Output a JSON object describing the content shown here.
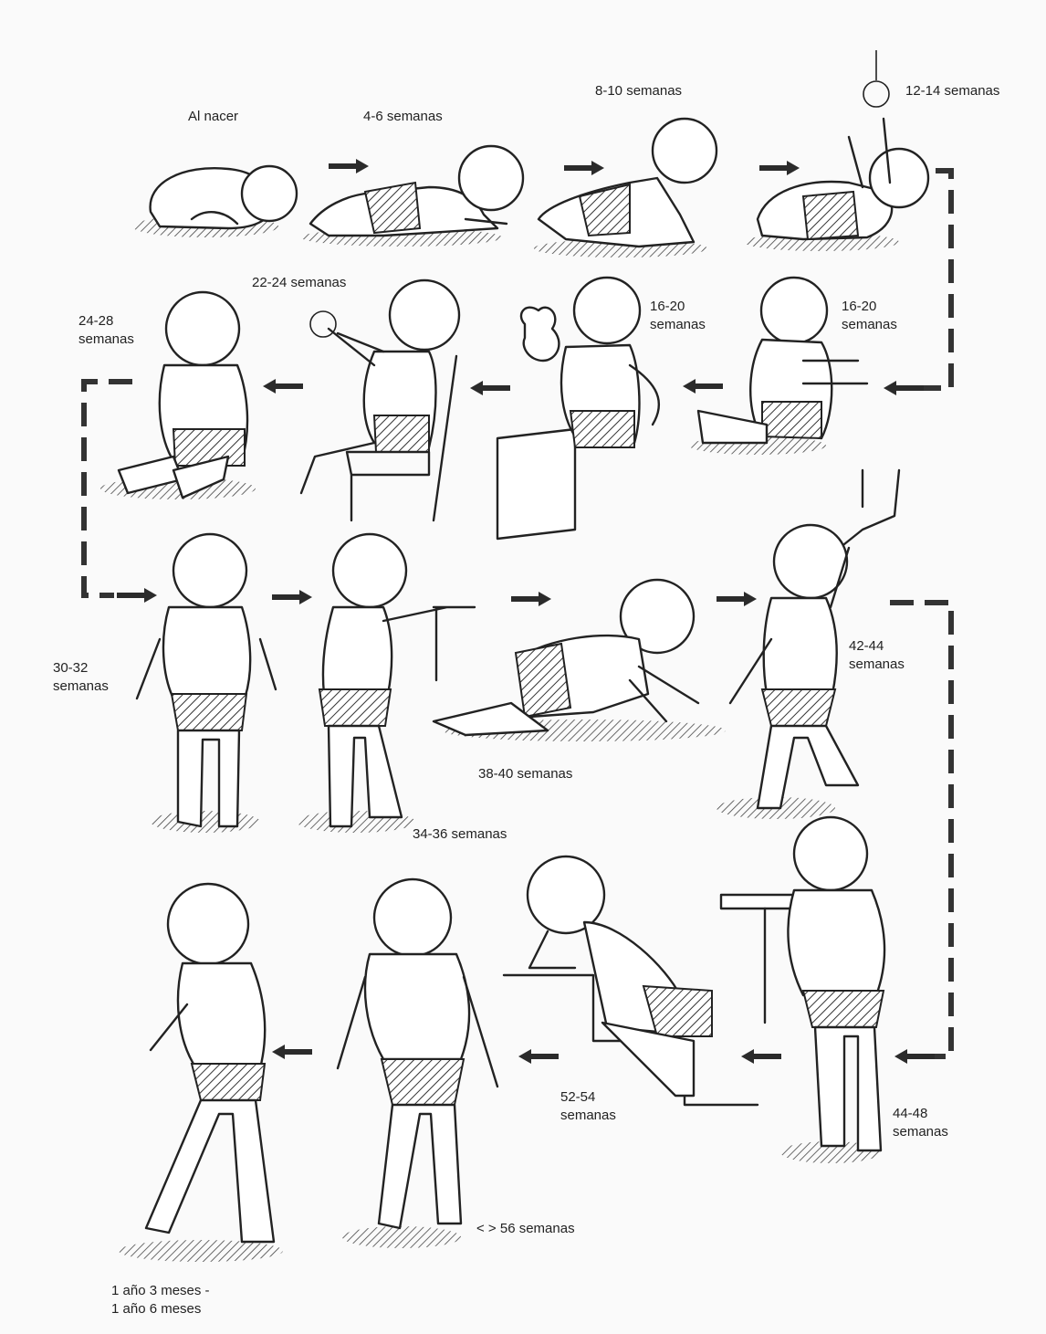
{
  "stages": [
    {
      "id": "birth",
      "label": "Al nacer"
    },
    {
      "id": "w4",
      "label": "4-6 semanas"
    },
    {
      "id": "w8",
      "label": "8-10 semanas"
    },
    {
      "id": "w12",
      "label": "12-14 semanas"
    },
    {
      "id": "w16a",
      "label": "16-20",
      "label2": "semanas"
    },
    {
      "id": "w16b",
      "label": "16-20",
      "label2": "semanas"
    },
    {
      "id": "w22",
      "label": "22-24 semanas"
    },
    {
      "id": "w24",
      "label": "24-28",
      "label2": "semanas"
    },
    {
      "id": "w30",
      "label": "30-32",
      "label2": "semanas"
    },
    {
      "id": "w34",
      "label": "34-36 semanas"
    },
    {
      "id": "w38",
      "label": "38-40 semanas"
    },
    {
      "id": "w42",
      "label": "42-44",
      "label2": "semanas"
    },
    {
      "id": "w44",
      "label": "44-48",
      "label2": "semanas"
    },
    {
      "id": "w52",
      "label": "52-54",
      "label2": "semanas"
    },
    {
      "id": "w56",
      "label": "< > 56 semanas"
    },
    {
      "id": "y1",
      "label": "1 año 3 meses -",
      "label2": "1 año 6 meses"
    }
  ]
}
